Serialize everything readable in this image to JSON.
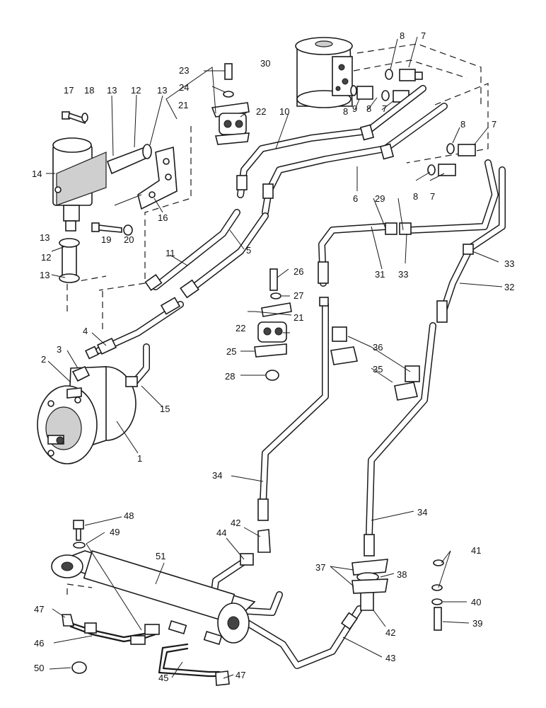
{
  "labels": [
    {
      "id": "1",
      "text": "1"
    },
    {
      "id": "2",
      "text": "2"
    },
    {
      "id": "3",
      "text": "3"
    },
    {
      "id": "4",
      "text": "4"
    },
    {
      "id": "5",
      "text": "5"
    },
    {
      "id": "6",
      "text": "6"
    },
    {
      "id": "7a",
      "text": "7"
    },
    {
      "id": "7b",
      "text": "7"
    },
    {
      "id": "7c",
      "text": "7"
    },
    {
      "id": "7d",
      "text": "7"
    },
    {
      "id": "8a",
      "text": "8"
    },
    {
      "id": "8b",
      "text": "8"
    },
    {
      "id": "8c",
      "text": "8"
    },
    {
      "id": "8d",
      "text": "8"
    },
    {
      "id": "8e",
      "text": "8"
    },
    {
      "id": "9",
      "text": "9"
    },
    {
      "id": "10",
      "text": "10"
    },
    {
      "id": "11",
      "text": "11"
    },
    {
      "id": "12a",
      "text": "12"
    },
    {
      "id": "12b",
      "text": "12"
    },
    {
      "id": "13a",
      "text": "13"
    },
    {
      "id": "13b",
      "text": "13"
    },
    {
      "id": "13c",
      "text": "13"
    },
    {
      "id": "13d",
      "text": "13"
    },
    {
      "id": "14",
      "text": "14"
    },
    {
      "id": "15",
      "text": "15"
    },
    {
      "id": "16",
      "text": "16"
    },
    {
      "id": "17",
      "text": "17"
    },
    {
      "id": "18",
      "text": "18"
    },
    {
      "id": "19",
      "text": "19"
    },
    {
      "id": "20",
      "text": "20"
    },
    {
      "id": "21a",
      "text": "21"
    },
    {
      "id": "21b",
      "text": "21"
    },
    {
      "id": "22a",
      "text": "22"
    },
    {
      "id": "22b",
      "text": "22"
    },
    {
      "id": "23",
      "text": "23"
    },
    {
      "id": "24",
      "text": "24"
    },
    {
      "id": "25",
      "text": "25"
    },
    {
      "id": "26",
      "text": "26"
    },
    {
      "id": "27",
      "text": "27"
    },
    {
      "id": "28",
      "text": "28"
    },
    {
      "id": "29",
      "text": "29"
    },
    {
      "id": "30",
      "text": "30"
    },
    {
      "id": "31",
      "text": "31"
    },
    {
      "id": "32",
      "text": "32"
    },
    {
      "id": "33a",
      "text": "33"
    },
    {
      "id": "33b",
      "text": "33"
    },
    {
      "id": "34a",
      "text": "34"
    },
    {
      "id": "34b",
      "text": "34"
    },
    {
      "id": "35",
      "text": "35"
    },
    {
      "id": "36",
      "text": "36"
    },
    {
      "id": "37",
      "text": "37"
    },
    {
      "id": "38",
      "text": "38"
    },
    {
      "id": "39",
      "text": "39"
    },
    {
      "id": "40",
      "text": "40"
    },
    {
      "id": "41",
      "text": "41"
    },
    {
      "id": "42a",
      "text": "42"
    },
    {
      "id": "42b",
      "text": "42"
    },
    {
      "id": "43",
      "text": "43"
    },
    {
      "id": "44",
      "text": "44"
    },
    {
      "id": "45",
      "text": "45"
    },
    {
      "id": "46",
      "text": "46"
    },
    {
      "id": "47a",
      "text": "47"
    },
    {
      "id": "47b",
      "text": "47"
    },
    {
      "id": "48",
      "text": "48"
    },
    {
      "id": "49",
      "text": "49"
    },
    {
      "id": "50",
      "text": "50"
    },
    {
      "id": "51",
      "text": "51"
    }
  ]
}
